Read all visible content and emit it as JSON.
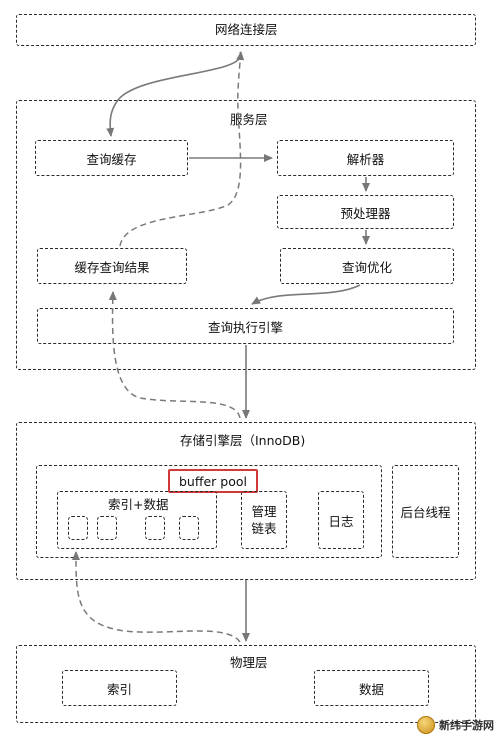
{
  "layers": {
    "network": "网络连接层",
    "service": "服务层",
    "storage": "存储引擎层（InnoDB)",
    "physical": "物理层"
  },
  "service": {
    "query_cache": "查询缓存",
    "parser": "解析器",
    "preprocessor": "预处理器",
    "optimizer": "查询优化",
    "cache_results": "缓存查询结果",
    "executor": "查询执行引擎"
  },
  "storage": {
    "buffer_pool": "buffer pool",
    "index_data": "索引+数据",
    "manage_list": "管理\n链表",
    "log": "日志",
    "background_threads": "后台线程"
  },
  "physical": {
    "index": "索引",
    "data": "数据"
  },
  "watermark": "新纬手游网"
}
